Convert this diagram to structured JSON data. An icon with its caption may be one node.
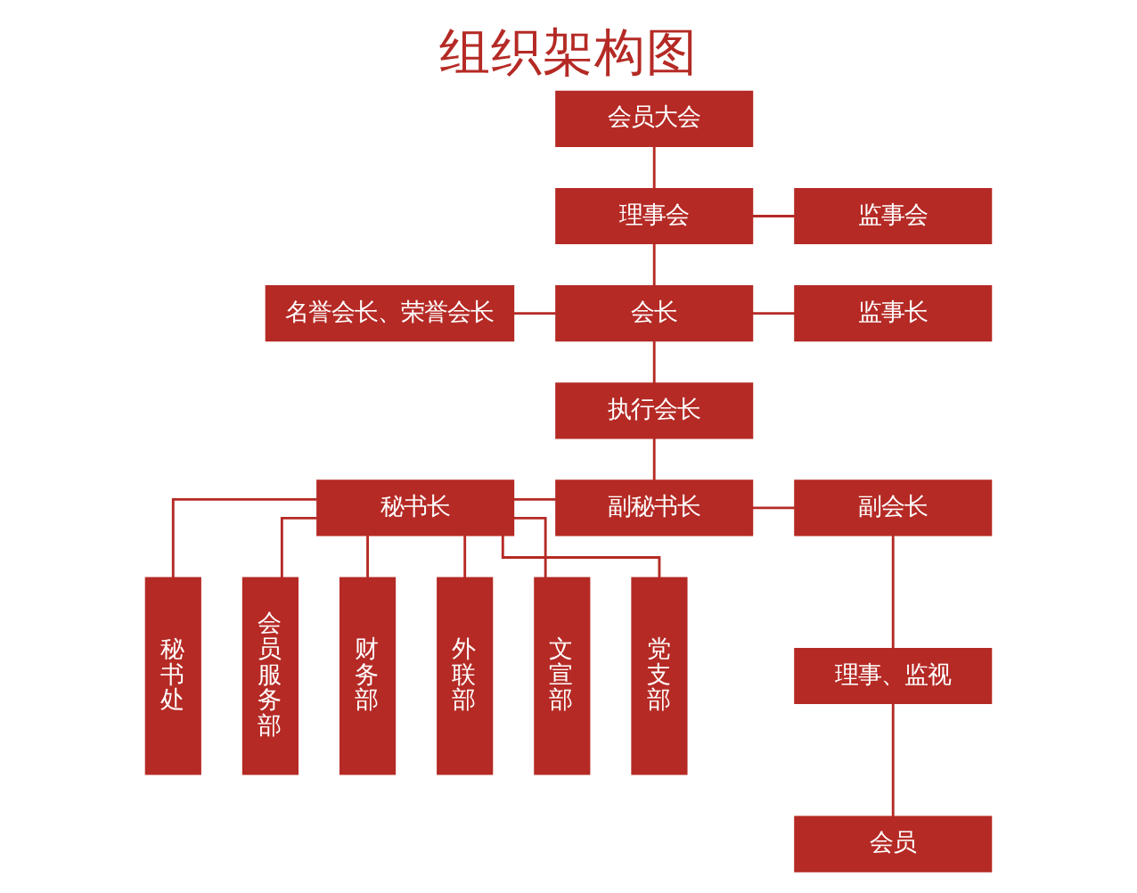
{
  "diagram": {
    "title": "组织架构图",
    "nodes": [
      {
        "text": [
          "会员大会"
        ]
      },
      {
        "text": [
          "理事会"
        ]
      },
      {
        "text": [
          "监事会"
        ]
      },
      {
        "text": [
          "名誉会长、荣誉会长"
        ]
      },
      {
        "text": [
          "会长"
        ]
      },
      {
        "text": [
          "监事长"
        ]
      },
      {
        "text": [
          "执行会长"
        ]
      },
      {
        "text": [
          "秘书长"
        ]
      },
      {
        "text": [
          "副秘书长"
        ]
      },
      {
        "text": [
          "副会长"
        ]
      },
      {
        "text": [
          "秘书处"
        ]
      },
      {
        "text": [
          "会员服务部"
        ]
      },
      {
        "text": [
          "财务部"
        ]
      },
      {
        "text": [
          "外联部"
        ]
      },
      {
        "text": [
          "文宣部"
        ]
      },
      {
        "text": [
          "党支部"
        ]
      },
      {
        "text": [
          "理事、监视"
        ]
      },
      {
        "text": [
          "会员"
        ]
      }
    ],
    "edges": [
      {
        "from": 0,
        "to": 1,
        "arrow": "none"
      },
      {
        "from": 1,
        "to": 2,
        "arrow": "none"
      },
      {
        "from": 1,
        "to": 4,
        "arrow": "none"
      },
      {
        "from": 3,
        "to": 4,
        "arrow": "none"
      },
      {
        "from": 4,
        "to": 5,
        "arrow": "none"
      },
      {
        "from": 4,
        "to": 6,
        "arrow": "none"
      },
      {
        "from": 6,
        "to": 8,
        "arrow": "none"
      },
      {
        "from": 7,
        "to": 8,
        "arrow": "none"
      },
      {
        "from": 8,
        "to": 9,
        "arrow": "none"
      },
      {
        "from": 7,
        "to": 10,
        "arrow": "none"
      },
      {
        "from": 7,
        "to": 11,
        "arrow": "none"
      },
      {
        "from": 7,
        "to": 12,
        "arrow": "none"
      },
      {
        "from": 7,
        "to": 13,
        "arrow": "none"
      },
      {
        "from": 7,
        "to": 14,
        "arrow": "none"
      },
      {
        "from": 7,
        "to": 15,
        "arrow": "none"
      },
      {
        "from": 9,
        "to": 16,
        "arrow": "none"
      },
      {
        "from": 16,
        "to": 17,
        "arrow": "none"
      }
    ]
  }
}
